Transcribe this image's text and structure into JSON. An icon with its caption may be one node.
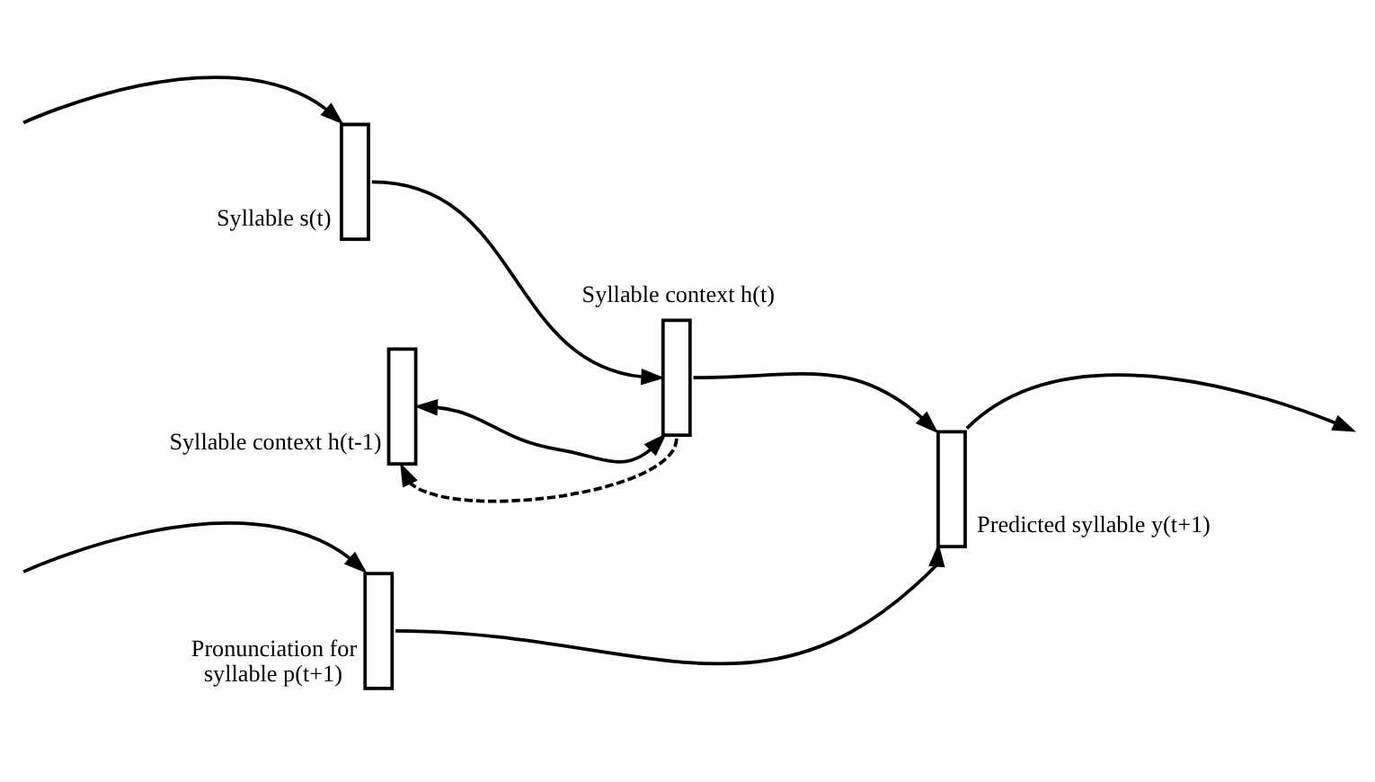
{
  "diagram": {
    "nodes": [
      {
        "text": [],
        "shape": "bar",
        "beside": [
          "Syllable s(t)"
        ]
      },
      {
        "text": [],
        "shape": "bar",
        "beside": [
          "Syllable context h(t)"
        ]
      },
      {
        "text": [],
        "shape": "bar",
        "beside": [
          "Predicted syllable y(t+1)"
        ]
      },
      {
        "text": [],
        "shape": "bar",
        "beside": [
          "Syllable context h(t-1)"
        ]
      },
      {
        "text": [],
        "shape": "bar",
        "beside": [
          "Pronunciation for syllable p(t+1)"
        ]
      }
    ],
    "edges": [
      {
        "from": null,
        "to": 0,
        "arrow": "to"
      },
      {
        "from": 0,
        "to": 1,
        "arrow": "to"
      },
      {
        "from": 3,
        "to": 1,
        "arrow": "both"
      },
      {
        "from": 1,
        "to": 2,
        "arrow": "to"
      },
      {
        "from": 1,
        "to": 3,
        "arrow": "to",
        "style": "dashed"
      },
      {
        "from": 4,
        "to": 2,
        "arrow": "to"
      },
      {
        "from": 2,
        "to": null,
        "arrow": "to"
      },
      {
        "from": null,
        "to": 4,
        "arrow": "to"
      }
    ]
  }
}
